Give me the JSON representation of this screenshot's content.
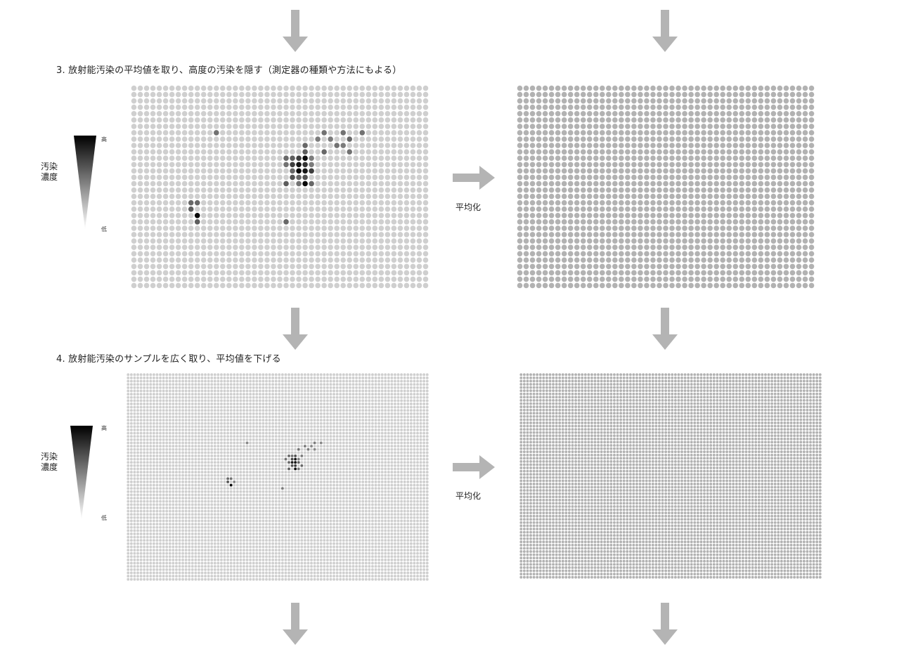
{
  "colors": {
    "background": "#ffffff",
    "arrow": "#b4b4b4",
    "dot_low": "#cfcfcf",
    "dot_averaged": "#b2b2b2",
    "gradient_high": "#000000",
    "gradient_low": "#ffffff"
  },
  "sections": [
    {
      "title": "3. 放射能汚染の平均値を取り、高度の汚染を隠す（測定器の種類や方法にもよる）",
      "legend": {
        "label_line1": "汚染",
        "label_line2": "濃度",
        "high": "高",
        "low": "低"
      },
      "arrow_label": "平均化",
      "grid": {
        "cols": 47,
        "rows": 32
      },
      "averaged_grid": {
        "cols": 47,
        "rows": 32
      },
      "hotspots": [
        {
          "col": 13,
          "row": 7,
          "level": 0.45
        },
        {
          "col": 9,
          "row": 18,
          "level": 0.5
        },
        {
          "col": 10,
          "row": 18,
          "level": 0.5
        },
        {
          "col": 9,
          "row": 19,
          "level": 0.55
        },
        {
          "col": 10,
          "row": 20,
          "level": 0.95
        },
        {
          "col": 10,
          "row": 21,
          "level": 0.55
        },
        {
          "col": 30,
          "row": 7,
          "level": 0.45
        },
        {
          "col": 33,
          "row": 7,
          "level": 0.45
        },
        {
          "col": 36,
          "row": 7,
          "level": 0.45
        },
        {
          "col": 29,
          "row": 8,
          "level": 0.4
        },
        {
          "col": 31,
          "row": 8,
          "level": 0.4
        },
        {
          "col": 34,
          "row": 8,
          "level": 0.5
        },
        {
          "col": 27,
          "row": 9,
          "level": 0.5
        },
        {
          "col": 32,
          "row": 9,
          "level": 0.45
        },
        {
          "col": 33,
          "row": 9,
          "level": 0.4
        },
        {
          "col": 27,
          "row": 10,
          "level": 0.55
        },
        {
          "col": 30,
          "row": 10,
          "level": 0.5
        },
        {
          "col": 34,
          "row": 10,
          "level": 0.45
        },
        {
          "col": 24,
          "row": 11,
          "level": 0.5
        },
        {
          "col": 25,
          "row": 11,
          "level": 0.55
        },
        {
          "col": 26,
          "row": 11,
          "level": 0.7
        },
        {
          "col": 27,
          "row": 11,
          "level": 0.95
        },
        {
          "col": 28,
          "row": 11,
          "level": 0.4
        },
        {
          "col": 24,
          "row": 12,
          "level": 0.45
        },
        {
          "col": 25,
          "row": 12,
          "level": 0.7
        },
        {
          "col": 26,
          "row": 12,
          "level": 0.9
        },
        {
          "col": 27,
          "row": 12,
          "level": 0.75
        },
        {
          "col": 28,
          "row": 12,
          "level": 0.4
        },
        {
          "col": 25,
          "row": 13,
          "level": 0.5
        },
        {
          "col": 26,
          "row": 13,
          "level": 0.95
        },
        {
          "col": 27,
          "row": 13,
          "level": 0.9
        },
        {
          "col": 28,
          "row": 13,
          "level": 0.7
        },
        {
          "col": 25,
          "row": 14,
          "level": 0.6
        },
        {
          "col": 26,
          "row": 14,
          "level": 0.5
        },
        {
          "col": 27,
          "row": 14,
          "level": 0.6
        },
        {
          "col": 24,
          "row": 15,
          "level": 0.55
        },
        {
          "col": 26,
          "row": 15,
          "level": 0.45
        },
        {
          "col": 27,
          "row": 15,
          "level": 0.95
        },
        {
          "col": 28,
          "row": 15,
          "level": 0.5
        },
        {
          "col": 24,
          "row": 21,
          "level": 0.5
        }
      ]
    },
    {
      "title": "4. 放射能汚染のサンプルを広く取り、平均値を下げる",
      "legend": {
        "label_line1": "汚染",
        "label_line2": "濃度",
        "high": "高",
        "low": "低"
      },
      "arrow_label": "平均化",
      "grid": {
        "cols": 94,
        "rows": 64
      },
      "averaged_grid": {
        "cols": 94,
        "rows": 64
      },
      "hotspots": [
        {
          "col": 37,
          "row": 21,
          "level": 0.35
        },
        {
          "col": 58,
          "row": 21,
          "level": 0.4
        },
        {
          "col": 60,
          "row": 21,
          "level": 0.35
        },
        {
          "col": 55,
          "row": 22,
          "level": 0.4
        },
        {
          "col": 57,
          "row": 22,
          "level": 0.35
        },
        {
          "col": 53,
          "row": 23,
          "level": 0.45
        },
        {
          "col": 56,
          "row": 23,
          "level": 0.4
        },
        {
          "col": 58,
          "row": 23,
          "level": 0.35
        },
        {
          "col": 50,
          "row": 25,
          "level": 0.5
        },
        {
          "col": 51,
          "row": 25,
          "level": 0.45
        },
        {
          "col": 52,
          "row": 25,
          "level": 0.6
        },
        {
          "col": 54,
          "row": 25,
          "level": 0.4
        },
        {
          "col": 49,
          "row": 26,
          "level": 0.45
        },
        {
          "col": 51,
          "row": 26,
          "level": 0.65
        },
        {
          "col": 52,
          "row": 26,
          "level": 0.9
        },
        {
          "col": 53,
          "row": 26,
          "level": 0.4
        },
        {
          "col": 50,
          "row": 27,
          "level": 0.5
        },
        {
          "col": 51,
          "row": 27,
          "level": 0.85
        },
        {
          "col": 52,
          "row": 27,
          "level": 0.95
        },
        {
          "col": 53,
          "row": 27,
          "level": 0.55
        },
        {
          "col": 51,
          "row": 28,
          "level": 0.6
        },
        {
          "col": 52,
          "row": 28,
          "level": 0.7
        },
        {
          "col": 54,
          "row": 28,
          "level": 0.5
        },
        {
          "col": 50,
          "row": 29,
          "level": 0.55
        },
        {
          "col": 52,
          "row": 29,
          "level": 0.95
        },
        {
          "col": 53,
          "row": 29,
          "level": 0.45
        },
        {
          "col": 31,
          "row": 32,
          "level": 0.5
        },
        {
          "col": 32,
          "row": 32,
          "level": 0.45
        },
        {
          "col": 31,
          "row": 33,
          "level": 0.6
        },
        {
          "col": 32,
          "row": 34,
          "level": 0.95
        },
        {
          "col": 33,
          "row": 33,
          "level": 0.35
        },
        {
          "col": 48,
          "row": 35,
          "level": 0.4
        }
      ]
    }
  ]
}
